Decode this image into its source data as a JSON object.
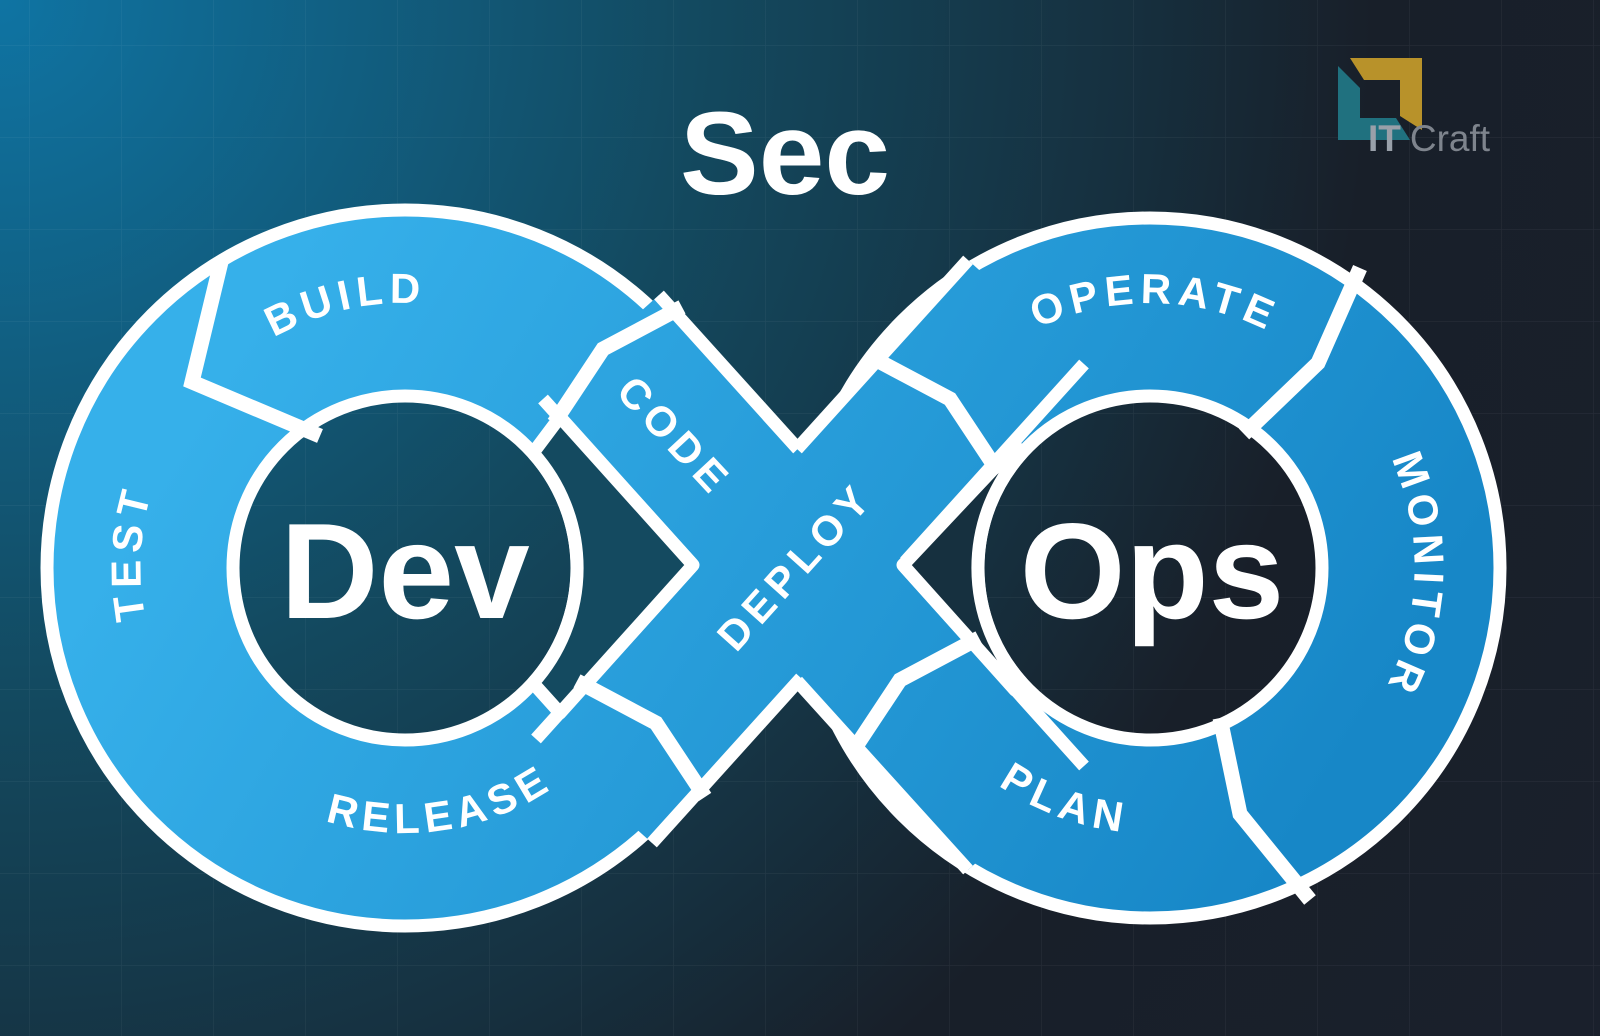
{
  "diagram": {
    "title_top": "Sec",
    "left_loop": "Dev",
    "right_loop": "Ops",
    "stages": {
      "build": "BUILD",
      "code": "CODE",
      "deploy": "DEPLOY",
      "test": "TEST",
      "release": "RELEASE",
      "operate": "OPERATE",
      "monitor": "MONITOR",
      "plan": "PLAN"
    }
  },
  "logo": {
    "name_bold": "IT",
    "name_light": "Craft"
  },
  "colors": {
    "band_light": "#36b0ea",
    "band_dark": "#1787c7",
    "outline": "#ffffff",
    "bg_corner": "#0f74a3",
    "bg_mid": "#13495f",
    "bg_deep": "#16303f",
    "bg_dark": "#181f29",
    "bg_edge": "#1a202c",
    "left_wedge": "#144a60",
    "right_wedge": "#16303f",
    "shadow": "#082c4d",
    "logo_gold": "#b8922a",
    "logo_teal": "#20717f",
    "logo_text_bold": "#99a0a9",
    "logo_text_light": "#7e848d"
  }
}
